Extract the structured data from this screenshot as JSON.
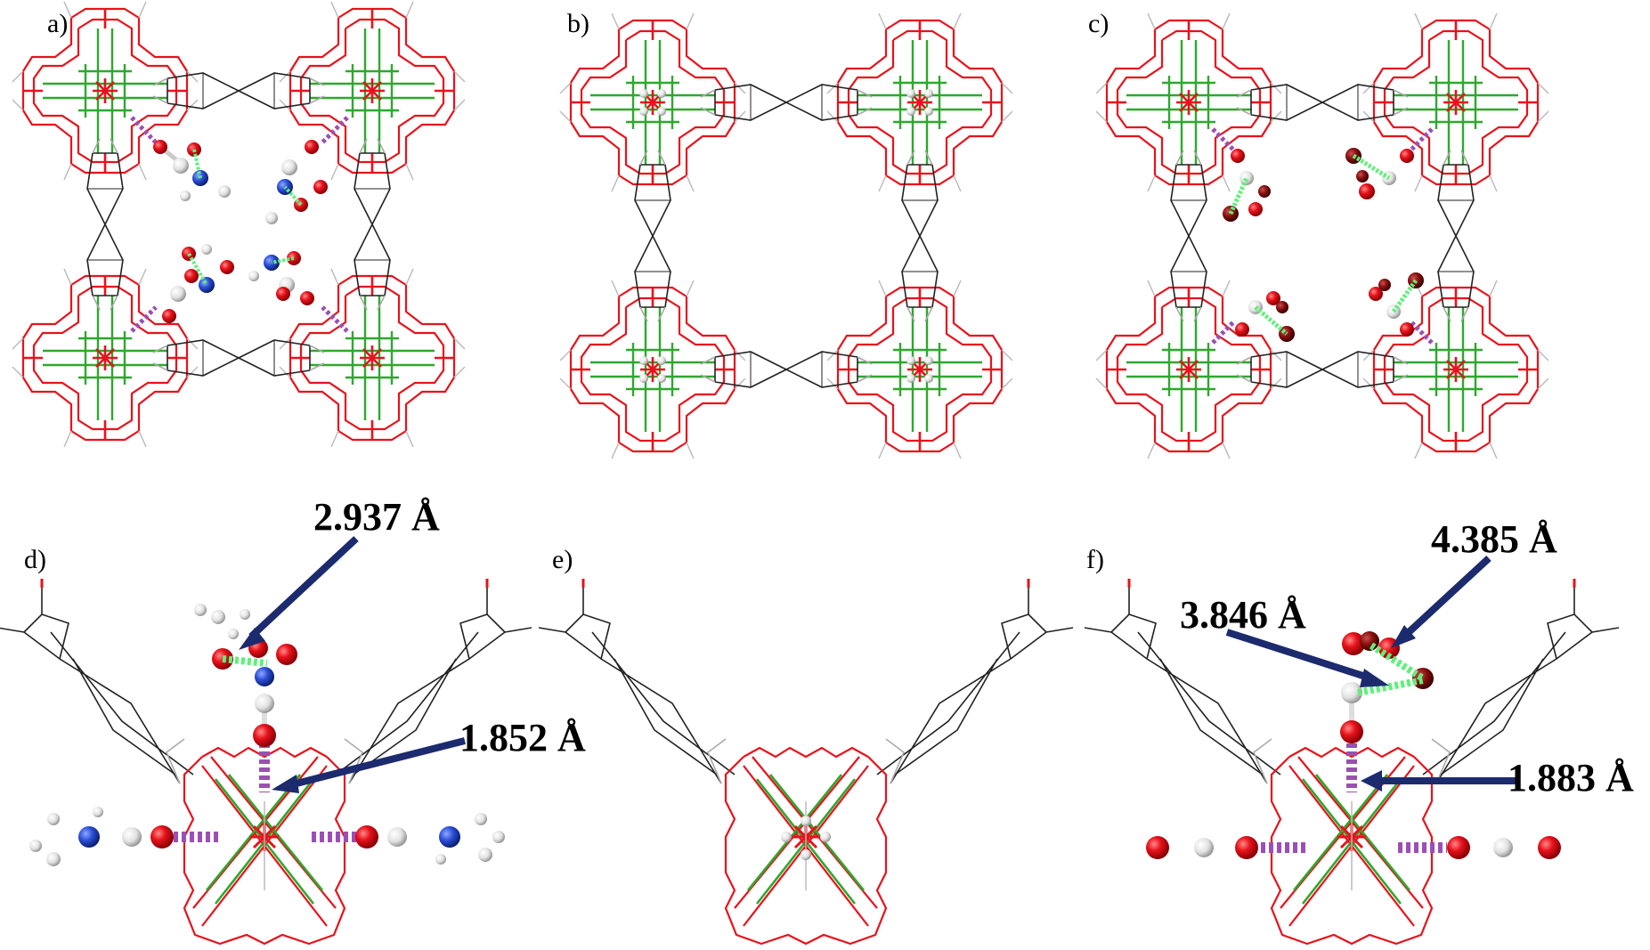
{
  "panels": [
    {
      "label": "a)"
    },
    {
      "label": "b)"
    },
    {
      "label": "c)"
    },
    {
      "label": "d)"
    },
    {
      "label": "e)"
    },
    {
      "label": "f)"
    }
  ],
  "annotations": {
    "d_upper": "2.937 Å",
    "d_lower": "1.852 Å",
    "f_upper": "4.385 Å",
    "f_middle": "3.846 Å",
    "f_lower": "1.883 Å"
  },
  "colors": {
    "oxygen": "#e8121b",
    "copper_bond": "#2ea82e",
    "hydrogen": "#e8e8e8",
    "nitrogen": "#2a4ed8",
    "carbon_frame": "#222222",
    "coordination_bond": "#9b4fb5",
    "hbond": "#5ef07a",
    "arrow": "#1c2a6e"
  }
}
